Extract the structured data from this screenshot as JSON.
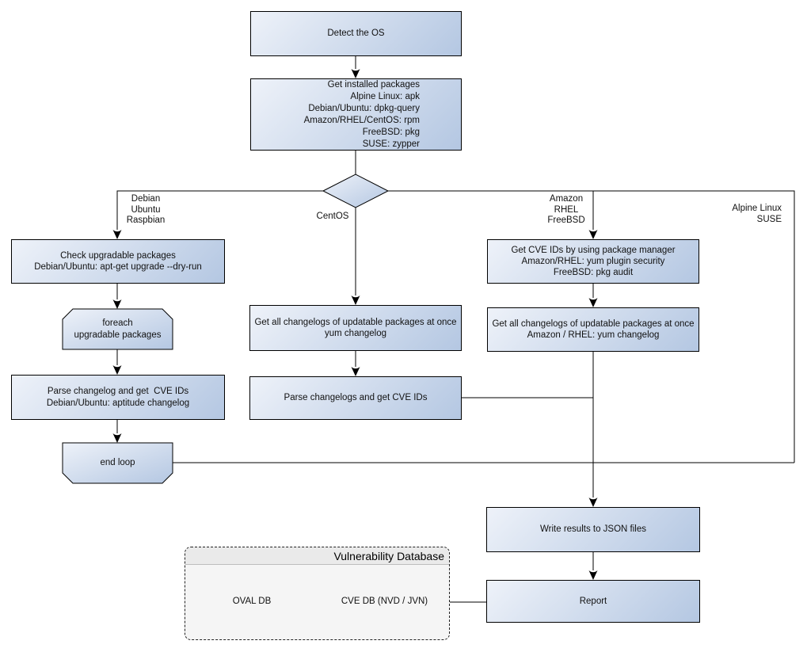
{
  "nodes": {
    "detect_os": {
      "lines": [
        "Detect the OS"
      ]
    },
    "get_installed_packages": {
      "lines": [
        "Get installed packages",
        "Alpine Linux: apk",
        "Debian/Ubuntu: dpkg-query",
        "Amazon/RHEL/CentOS: rpm",
        "FreeBSD: pkg",
        "SUSE: zypper"
      ]
    },
    "check_upgradable": {
      "lines": [
        "Check upgradable packages",
        "Debian/Ubuntu: apt-get upgrade --dry-run"
      ]
    },
    "foreach_loop": {
      "lines": [
        "foreach",
        "upgradable  packages"
      ]
    },
    "parse_changelog_debian": {
      "lines": [
        "Parse changelog and get  CVE IDs",
        "Debian/Ubuntu: aptitude changelog"
      ]
    },
    "end_loop": {
      "lines": [
        "end loop"
      ]
    },
    "get_changelogs_centos": {
      "lines": [
        "Get all changelogs of updatable packages at once",
        "yum changelog"
      ]
    },
    "parse_changelogs": {
      "lines": [
        "Parse changelogs and get CVE IDs"
      ]
    },
    "get_cve_ids_pkg_manager": {
      "lines": [
        "Get CVE IDs by using package manager",
        "Amazon/RHEL: yum plugin security",
        "FreeBSD: pkg audit"
      ]
    },
    "get_changelogs_amazon": {
      "lines": [
        "Get all changelogs of updatable packages at once",
        "Amazon / RHEL: yum changelog"
      ]
    },
    "write_results": {
      "lines": [
        "Write results to JSON files"
      ]
    },
    "report": {
      "lines": [
        "Report"
      ]
    }
  },
  "edge_labels": {
    "debian_branch": {
      "lines": [
        "Debian",
        "Ubuntu",
        "Raspbian"
      ]
    },
    "centos_branch": {
      "lines": [
        "CentOS"
      ]
    },
    "amazon_branch": {
      "lines": [
        "Amazon",
        "RHEL",
        "FreeBSD"
      ]
    },
    "alpine_branch": {
      "lines": [
        "Alpine Linux",
        "SUSE"
      ]
    }
  },
  "vulnerability_database": {
    "title": "Vulnerability Database",
    "oval_db": "OVAL DB",
    "cve_db": "CVE DB (NVD / JVN)"
  },
  "colors": {
    "node_gradient_start": "#eef2f9",
    "node_gradient_end": "#b4c7e2",
    "node_border": "#000000",
    "connector": "#000000",
    "container_fill": "#f5f5f5",
    "container_header_fill": "#eaeaea",
    "background": "#ffffff",
    "text": "#111111"
  }
}
